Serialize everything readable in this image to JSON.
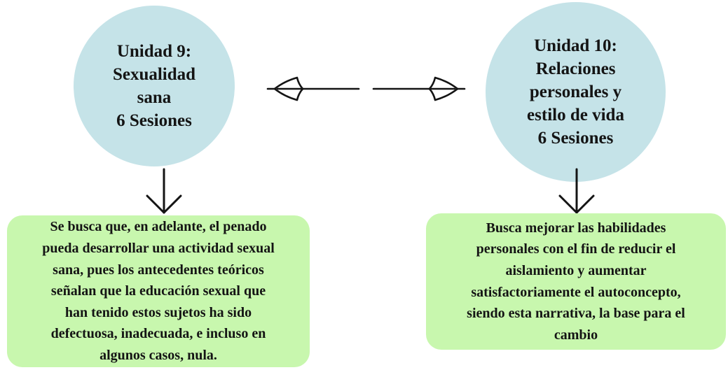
{
  "units": [
    {
      "title_lines": [
        "Unidad 9:",
        "Sexualidad",
        "sana",
        "6 Sesiones"
      ],
      "description_lines": [
        "Se busca que, en adelante, el penado",
        "pueda desarrollar una actividad sexual",
        "sana, pues los antecedentes teóricos",
        "señalan que la educación sexual que",
        "han tenido estos sujetos ha sido",
        "defectuosa, inadecuada, e incluso en",
        "algunos casos, nula."
      ]
    },
    {
      "title_lines": [
        "Unidad 10:",
        "Relaciones",
        "personales y",
        "estilo de vida",
        "6 Sesiones"
      ],
      "description_lines": [
        "Busca mejorar las habilidades",
        "personales con el fin de reducir el",
        "aislamiento y aumentar",
        "satisfactoriamente el autoconcepto,",
        "siendo esta narrativa, la base para el",
        "cambio"
      ]
    }
  ],
  "colors": {
    "circle_fill": "#c5e3e8",
    "box_fill": "#c8f7ae",
    "stroke": "#141414"
  },
  "icons": [
    "leaf-arrow-icon",
    "down-arrow-icon"
  ]
}
